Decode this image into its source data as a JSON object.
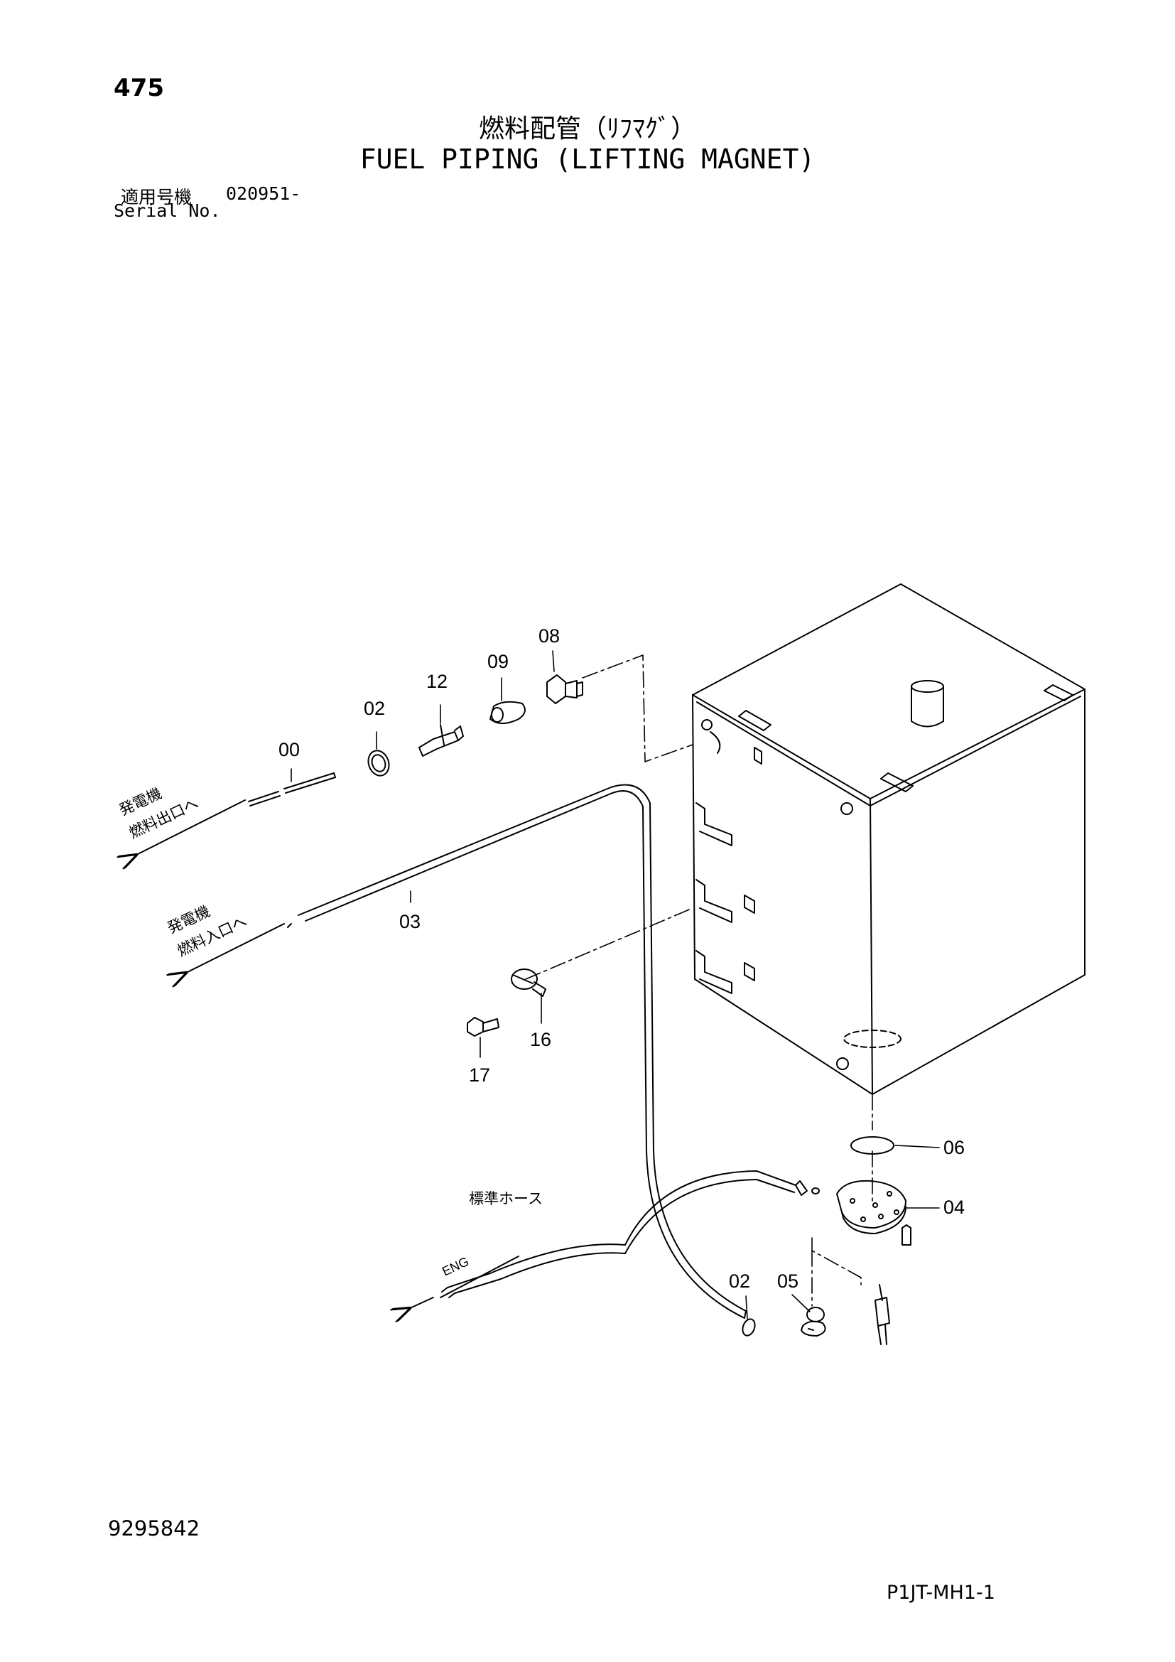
{
  "page_number": "475",
  "title_jp": "燃料配管（ﾘﾌﾏｸﾞ）",
  "title_en": "FUEL PIPING (LIFTING MAGNET)",
  "serial_label_jp": "適用号機",
  "serial_value": "020951-",
  "serial_label_en": "Serial No.",
  "drawing_number": "9295842",
  "model_code": "P1JT-MH1-1",
  "callouts": {
    "c00": "00",
    "c02a": "02",
    "c12": "12",
    "c09": "09",
    "c08": "08",
    "c03": "03",
    "c16": "16",
    "c17": "17",
    "c06": "06",
    "c04": "04",
    "c02b": "02",
    "c05": "05"
  },
  "annotations": {
    "gen_outlet_line1": "発電機",
    "gen_outlet_line2": "燃料出口へ",
    "gen_inlet_line1": "発電機",
    "gen_inlet_line2": "燃料入口へ",
    "std_hose": "標準ホース",
    "eng": "ENG"
  }
}
